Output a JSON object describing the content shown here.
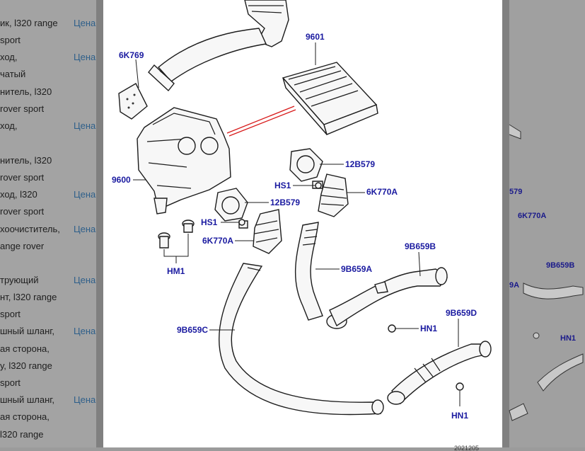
{
  "background_list": {
    "rows": [
      {
        "text": "ик, l320 range",
        "price": "Цена"
      },
      {
        "text": "sport",
        "price": ""
      },
      {
        "text": "ход,",
        "price": "Цена"
      },
      {
        "text": "чатый",
        "price": ""
      },
      {
        "text": "нитель, l320",
        "price": ""
      },
      {
        "text": "rover sport",
        "price": ""
      },
      {
        "text": "ход,",
        "price": "Цена"
      },
      {
        "text": "нитель, l320",
        "price": ""
      },
      {
        "text": "rover sport",
        "price": ""
      },
      {
        "text": "ход, l320",
        "price": "Цена"
      },
      {
        "text": "rover sport",
        "price": ""
      },
      {
        "text": "хоочиститель,",
        "price": "Цена"
      },
      {
        "text": "ange rover",
        "price": ""
      },
      {
        "text": "",
        "price": ""
      },
      {
        "text": "трующий",
        "price": "Цена"
      },
      {
        "text": "нт, l320 range",
        "price": ""
      },
      {
        "text": "sport",
        "price": ""
      },
      {
        "text": "шный шланг,",
        "price": "Цена"
      },
      {
        "text": "ая сторона,",
        "price": ""
      },
      {
        "text": "у, l320 range",
        "price": ""
      },
      {
        "text": "sport",
        "price": ""
      },
      {
        "text": "шный шланг,",
        "price": "Цена"
      },
      {
        "text": "ая сторона,",
        "price": ""
      },
      {
        "text": "l320 range",
        "price": ""
      }
    ]
  },
  "diagram": {
    "callouts": {
      "c6K769": "6K769",
      "c9601": "9601",
      "c9600": "9600",
      "c12B579a": "12B579",
      "cHS1a": "HS1",
      "c6K770Aa": "6K770A",
      "c12B579b": "12B579",
      "cHS1b": "HS1",
      "c6K770Ab": "6K770A",
      "cHM1a": "HM1",
      "c9B659B": "9B659B",
      "c9B659A": "9B659A",
      "cHN1a": "HN1",
      "c9B659C": "9B659C",
      "c9B659D": "9B659D",
      "cHN1b": "HN1",
      "footer": "2021205"
    }
  },
  "background_right": {
    "labels": {
      "r579": "579",
      "r6K770A": "6K770A",
      "r9B659B": "9B659B",
      "r9A": "9A",
      "rHN1": "HN1"
    }
  }
}
